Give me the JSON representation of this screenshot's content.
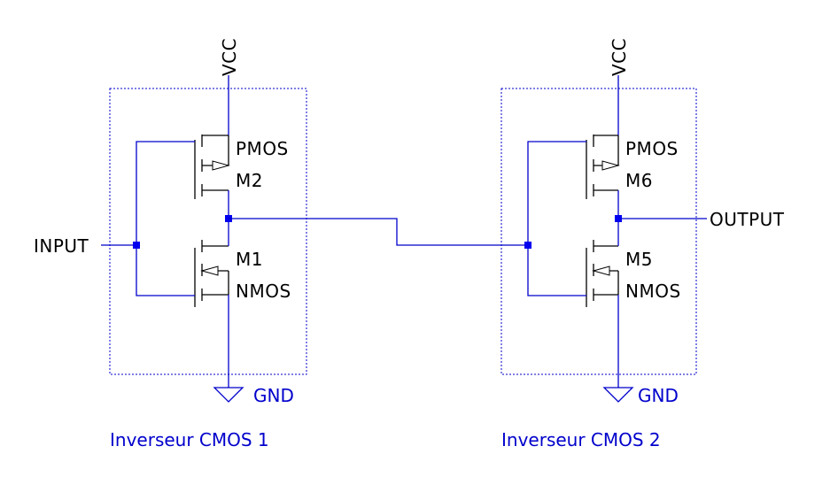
{
  "blocks": [
    {
      "title": "Inverseur CMOS 1",
      "supply": "VCC",
      "ground": "GND",
      "pmos": {
        "type": "PMOS",
        "name": "M2"
      },
      "nmos": {
        "type": "NMOS",
        "name": "M1"
      }
    },
    {
      "title": "Inverseur CMOS 2",
      "supply": "VCC",
      "ground": "GND",
      "pmos": {
        "type": "PMOS",
        "name": "M6"
      },
      "nmos": {
        "type": "NMOS",
        "name": "M5"
      }
    }
  ],
  "ports": {
    "input": "INPUT",
    "output": "OUTPUT"
  },
  "colors": {
    "wire": "#0000cc",
    "junction": "#0000ee",
    "device": "#000000"
  }
}
